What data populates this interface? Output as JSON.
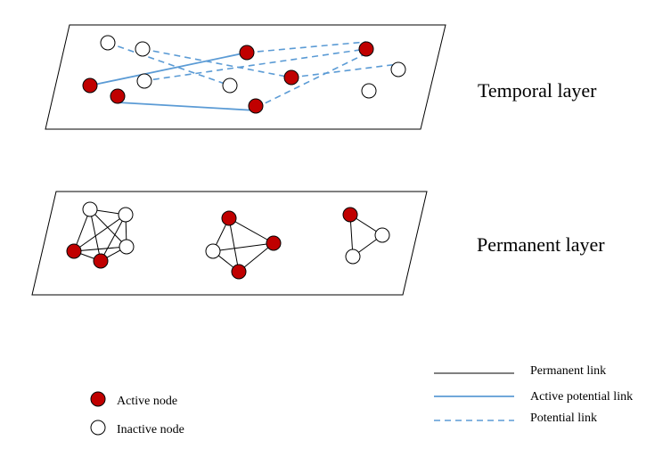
{
  "layers": {
    "temporal_label": "Temporal layer",
    "permanent_label": "Permanent layer"
  },
  "legend": {
    "permanent_link": "Permanent link",
    "active_potential_link": "Active potential link",
    "potential_link": "Potential link",
    "active_node": "Active node",
    "inactive_node": "Inactive node"
  },
  "colors": {
    "active_node": "#c00000",
    "inactive_node": "#ffffff",
    "link_blue": "#5b9bd5",
    "permanent_link": "#000000"
  }
}
